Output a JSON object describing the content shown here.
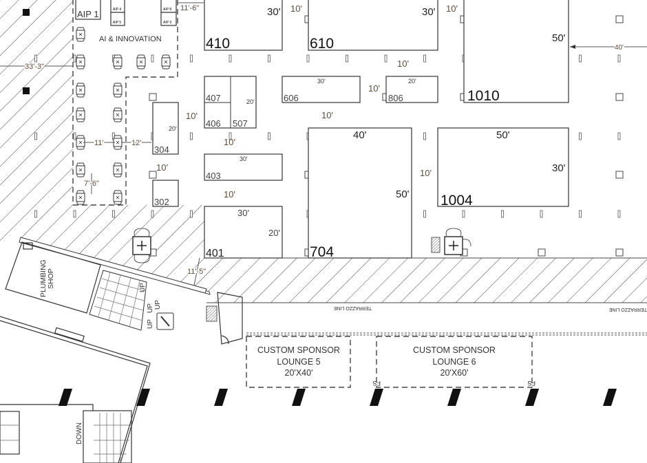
{
  "plan": {
    "ai_area": {
      "title": "AI & INNOVATION",
      "aip_booths": [
        "AIP 1",
        "AIP 4",
        "AIP 5",
        "AIP 8",
        "AIP 9"
      ]
    },
    "dimensions": {
      "left_offset": "33'-3\"",
      "top_gap": "11'-6\"",
      "chair_gap_1": "11'",
      "chair_gap_2": "12'",
      "chair_spacing": "7'-6\"",
      "column_gap": "11'-5\"",
      "right_offset": "40'"
    },
    "booths": [
      {
        "id": "410",
        "width": "30'"
      },
      {
        "id": "610",
        "width": "30'"
      },
      {
        "id": "1010",
        "depth": "50'"
      },
      {
        "id": "407"
      },
      {
        "id": "406"
      },
      {
        "id": "507",
        "depth": "20'"
      },
      {
        "id": "606",
        "width": "30'"
      },
      {
        "id": "806",
        "width": "20'"
      },
      {
        "id": "304",
        "depth": "20'"
      },
      {
        "id": "403",
        "width": "30'"
      },
      {
        "id": "302"
      },
      {
        "id": "704",
        "width": "40'",
        "depth": "50'"
      },
      {
        "id": "1004",
        "width": "50'",
        "depth": "30'"
      },
      {
        "id": "401",
        "width": "30'",
        "depth": "20'"
      }
    ],
    "aisle_labels": [
      "10'",
      "10'",
      "10'",
      "10'",
      "10'",
      "10'",
      "10'",
      "10'",
      "10'",
      "10'"
    ],
    "rooms": {
      "plumbing_shop": [
        "PLUMBING",
        "SHOP"
      ],
      "escalator_up": "UP",
      "escalator_down": "DOWN"
    },
    "terrazzo": "TERRAZZO LINE",
    "fs_label": "FS",
    "lounges": [
      {
        "name": "CUSTOM SPONSOR",
        "number": "LOUNGE 5",
        "size": "20'X40'"
      },
      {
        "name": "CUSTOM SPONSOR",
        "number": "LOUNGE 6",
        "size": "20'X60'"
      }
    ]
  }
}
